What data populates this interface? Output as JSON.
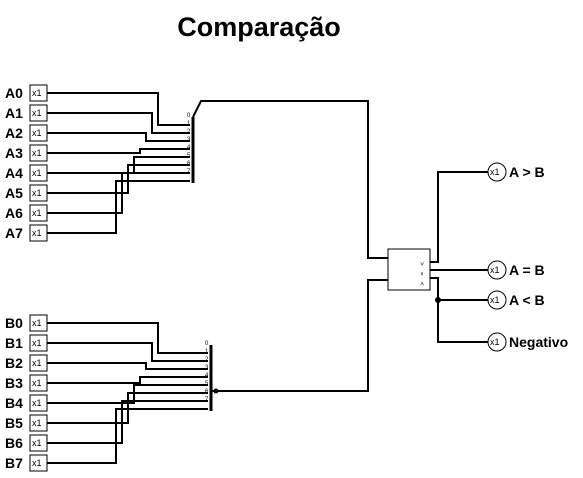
{
  "title": "Comparação",
  "inputs_a": [
    {
      "label": "A0",
      "box": "x1"
    },
    {
      "label": "A1",
      "box": "x1"
    },
    {
      "label": "A2",
      "box": "x1"
    },
    {
      "label": "A3",
      "box": "x1"
    },
    {
      "label": "A4",
      "box": "x1"
    },
    {
      "label": "A5",
      "box": "x1"
    },
    {
      "label": "A6",
      "box": "x1"
    },
    {
      "label": "A7",
      "box": "x1"
    }
  ],
  "inputs_b": [
    {
      "label": "B0",
      "box": "x1"
    },
    {
      "label": "B1",
      "box": "x1"
    },
    {
      "label": "B2",
      "box": "x1"
    },
    {
      "label": "B3",
      "box": "x1"
    },
    {
      "label": "B4",
      "box": "x1"
    },
    {
      "label": "B5",
      "box": "x1"
    },
    {
      "label": "B6",
      "box": "x1"
    },
    {
      "label": "B7",
      "box": "x1"
    }
  ],
  "splitter_pins": [
    "0",
    "1",
    "2",
    "3",
    "4",
    "5",
    "6",
    "7"
  ],
  "comparator_pins": [
    ">",
    "=",
    "<"
  ],
  "outputs": [
    {
      "label": "A > B",
      "box": "x1"
    },
    {
      "label": "A = B",
      "box": "x1"
    },
    {
      "label": "A < B",
      "box": "x1"
    },
    {
      "label": "Negativo",
      "box": "x1"
    }
  ]
}
